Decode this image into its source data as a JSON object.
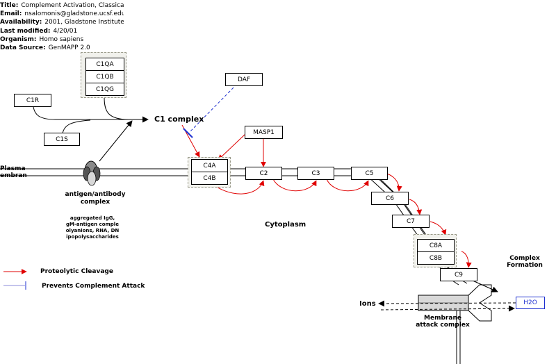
{
  "meta": {
    "title_label": "Title:",
    "title_value": "Complement Activation, Classical Pathway",
    "email_label": "Email:",
    "email_value": "nsalomonis@gladstone.ucsf.edu",
    "availability_label": "Availability:",
    "availability_value": "2001, Gladstone Institute",
    "modified_label": "Last modified:",
    "modified_value": "4/20/01",
    "organism_label": "Organism:",
    "organism_value": "Homo sapiens",
    "source_label": "Data Source:",
    "source_value": "GenMAPP 2.0"
  },
  "genes": {
    "c1qa": "C1QA",
    "c1qb": "C1QB",
    "c1qg": "C1QG",
    "c1r": "C1R",
    "c1s": "C1S",
    "daf": "DAF",
    "masp1": "MASP1",
    "c4a": "C4A",
    "c4b": "C4B",
    "c2": "C2",
    "c3": "C3",
    "c5": "C5",
    "c6": "C6",
    "c7": "C7",
    "c8a": "C8A",
    "c8b": "C8B",
    "c9": "C9",
    "h2o": "H2O"
  },
  "labels": {
    "c1_complex": "C1 complex",
    "plasma_membrane_1": "Plasma",
    "plasma_membrane_2": "embran",
    "antigen_antibody_1": "antigen/antibody",
    "antigen_antibody_2": "complex",
    "activators": [
      "aggregated IgG,",
      "gM-antigen comple",
      "olyanions, RNA, DN",
      "ipopolysaccharides"
    ],
    "cytoplasm": "Cytoplasm",
    "complex_formation_1": "Complex",
    "complex_formation_2": "Formation",
    "ions": "Ions",
    "mac_1": "Membrane",
    "mac_2": "attack complex"
  },
  "legend": {
    "proteolytic": "Proteolytic Cleavage",
    "prevents": "Prevents Complement Attack"
  },
  "colors": {
    "cleavage": "#e00000",
    "inhibition": "#1d2fd0",
    "group_fill": "#f1f1ec"
  }
}
